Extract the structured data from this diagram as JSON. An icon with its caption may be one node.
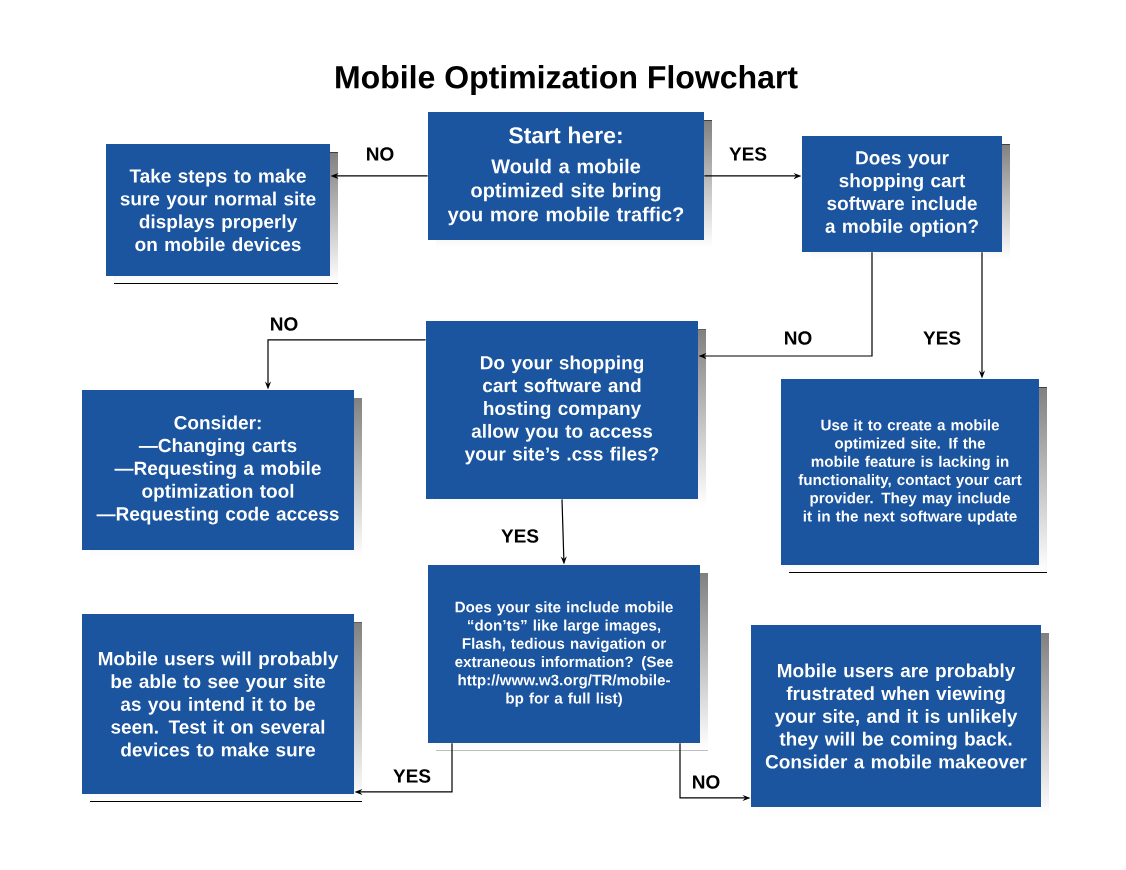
{
  "diagram": {
    "title": "Mobile Optimization Flowchart",
    "nodes": [
      {
        "text": [
          "Start here:",
          "Would a mobile optimized site bring you more mobile traffic?"
        ]
      },
      {
        "text": [
          "Take steps to make sure your normal site displays properly on mobile devices"
        ]
      },
      {
        "text": [
          "Does your shopping cart software include a mobile option?"
        ]
      },
      {
        "text": [
          "Do your shopping cart software and hosting company allow you to access your site’s .css files?"
        ]
      },
      {
        "text": [
          "Consider:",
          "—Changing carts",
          "—Requesting a mobile optimization tool",
          "—Requesting code access"
        ]
      },
      {
        "text": [
          "Use it to create a mobile optimized site. If the mobile feature is lacking in functionality, contact your cart provider. They may include it in the next software update"
        ]
      },
      {
        "text": [
          "Does your site include mobile “don’ts” like large images, Flash, tedious navigation or extraneous information? (See http://www.w3.org/TR/mobile-bp for a full list)"
        ]
      },
      {
        "text": [
          "Mobile users will probably be able to see your site as you intend it to be seen. Test it on several devices to make sure"
        ]
      },
      {
        "text": [
          "Mobile users are probably frustrated when viewing your site, and it is unlikely they will be coming back. Consider a mobile makeover"
        ]
      }
    ],
    "edges": [
      {
        "from": 0,
        "to": 1,
        "arrow": "to",
        "label": "NO"
      },
      {
        "from": 0,
        "to": 2,
        "arrow": "to",
        "label": "YES"
      },
      {
        "from": 2,
        "to": 3,
        "arrow": "to",
        "label": "NO"
      },
      {
        "from": 2,
        "to": 5,
        "arrow": "to",
        "label": "YES"
      },
      {
        "from": 3,
        "to": 4,
        "arrow": "to",
        "label": "NO"
      },
      {
        "from": 3,
        "to": 6,
        "arrow": "to",
        "label": "YES"
      },
      {
        "from": 6,
        "to": 7,
        "arrow": "to",
        "label": "YES"
      },
      {
        "from": 6,
        "to": 8,
        "arrow": "to",
        "label": "NO"
      }
    ]
  }
}
